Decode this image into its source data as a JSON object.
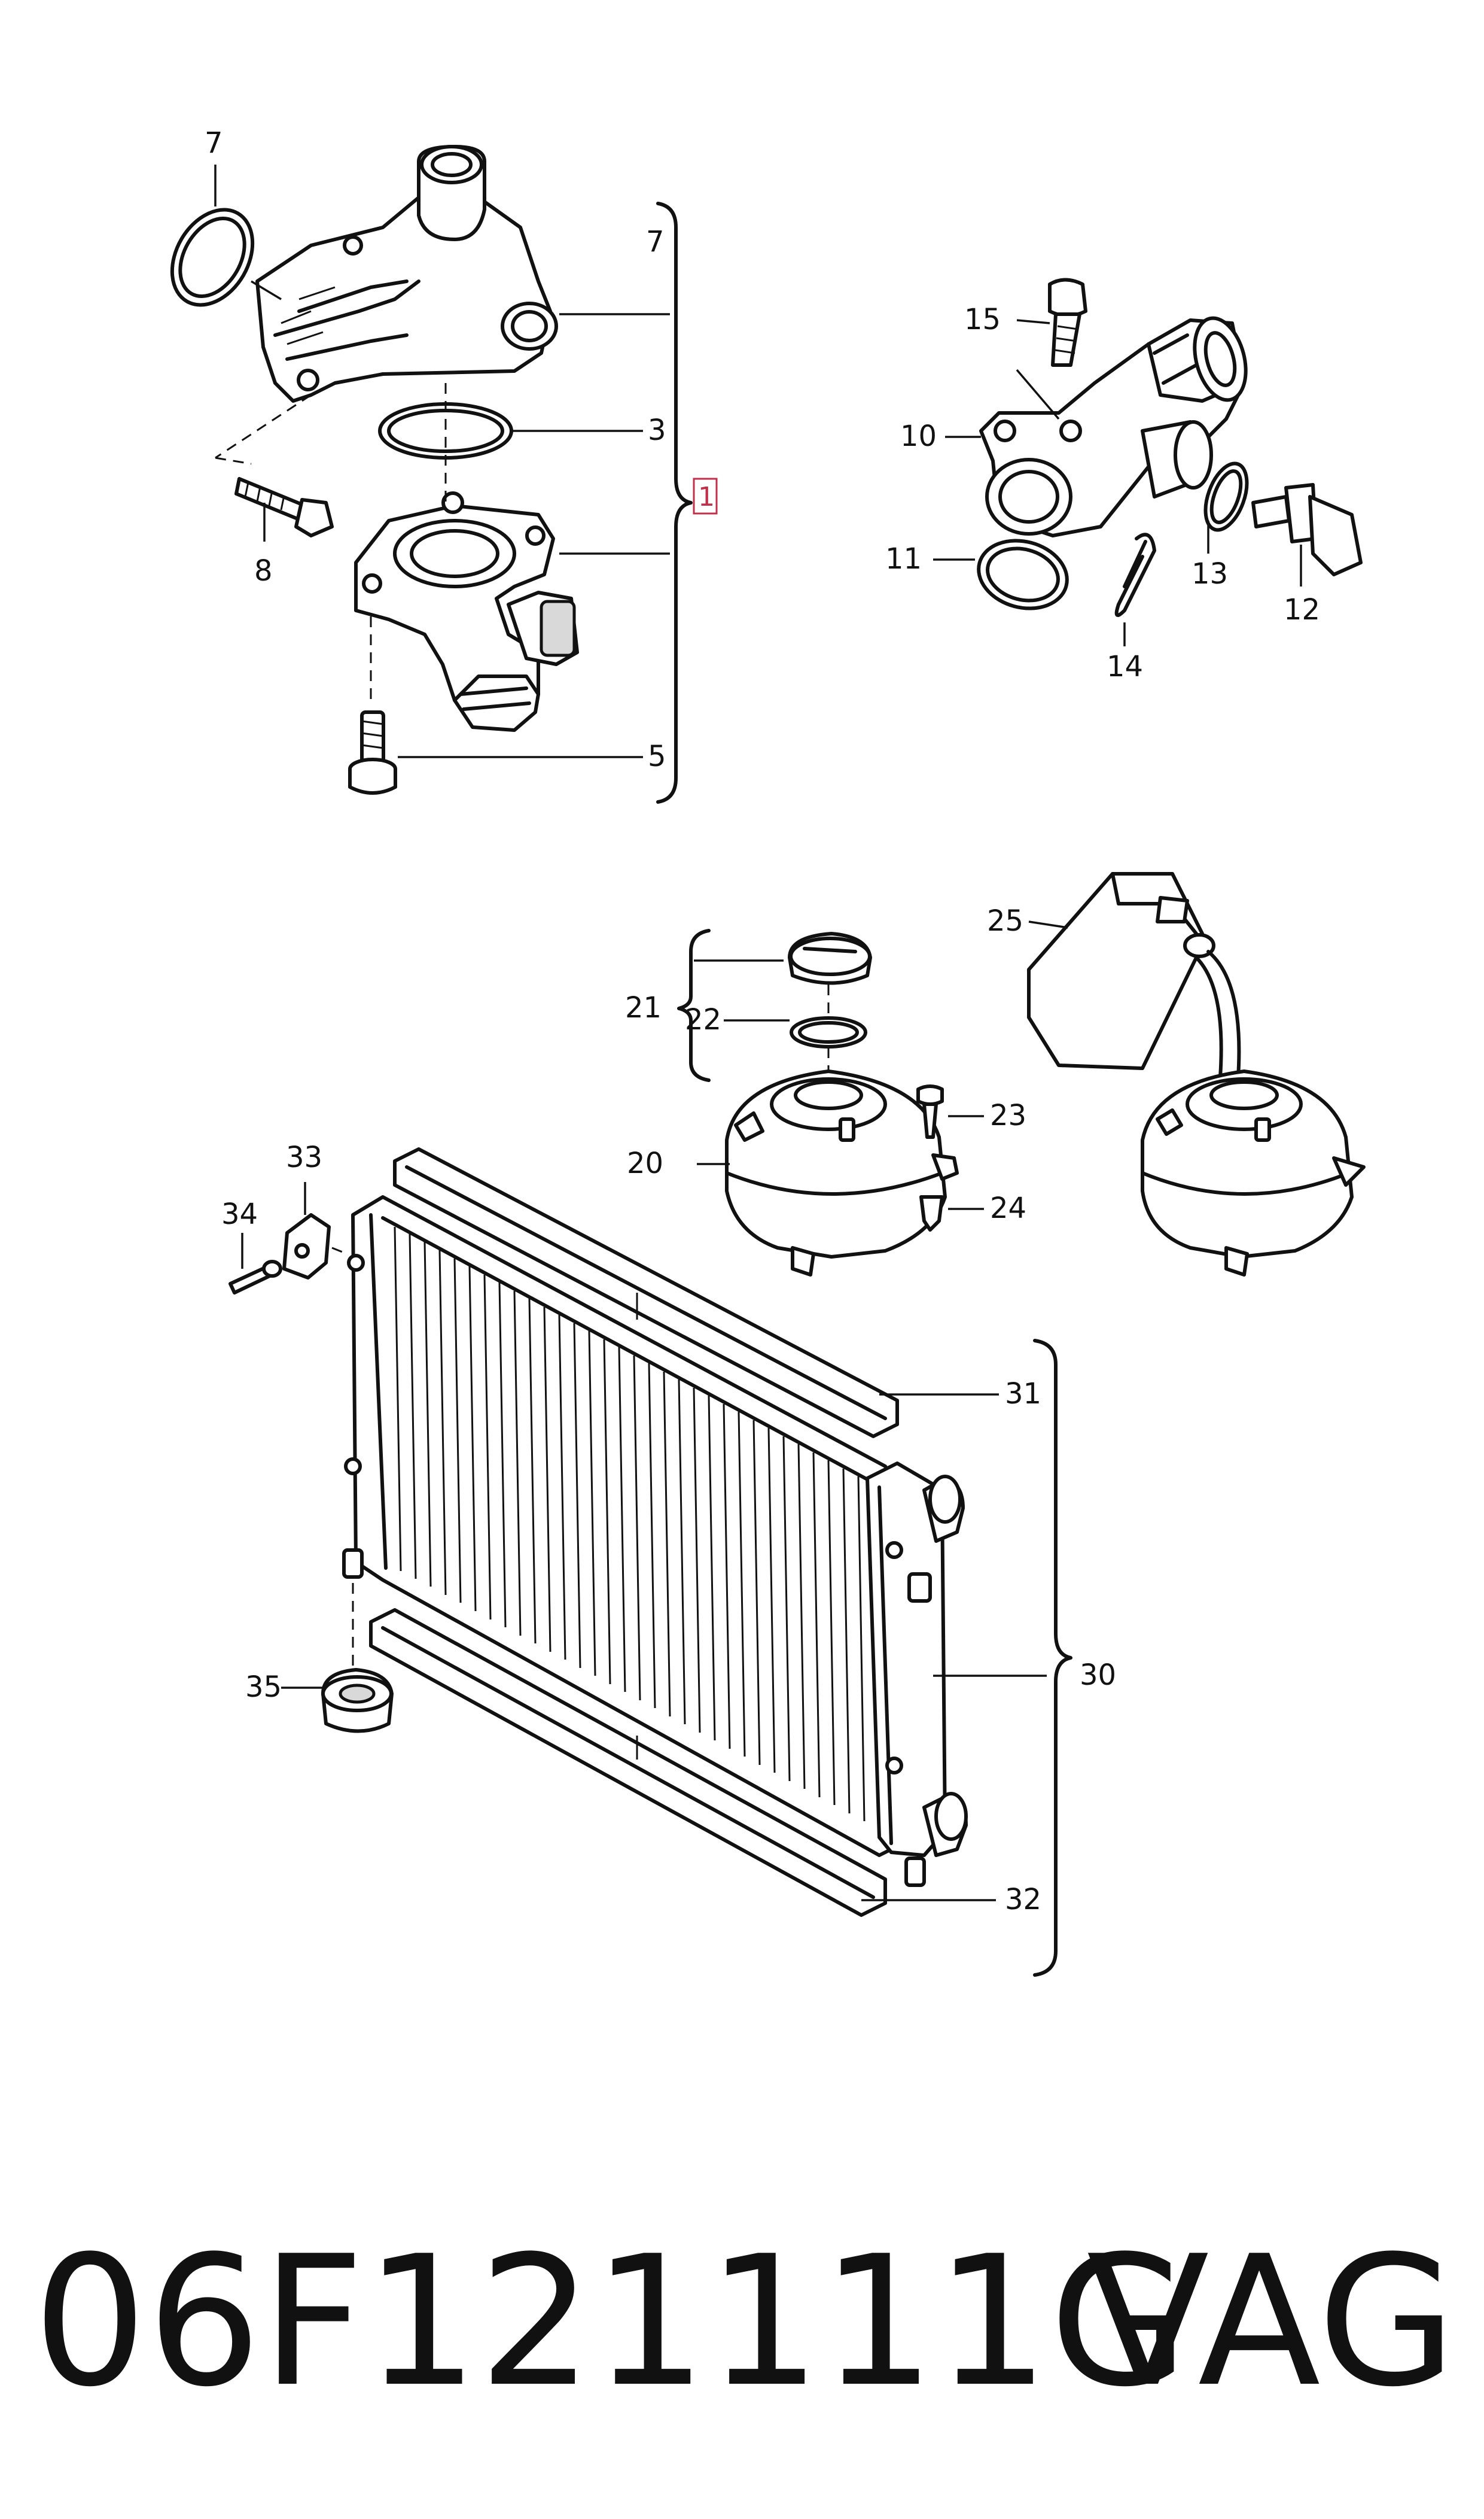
{
  "callouts": {
    "c7a": "7",
    "c7b": "7",
    "c3": "3",
    "c1": "1",
    "c8": "8",
    "c5": "5",
    "c15": "15",
    "c10": "10",
    "c11": "11",
    "c13": "13",
    "c12": "12",
    "c14": "14",
    "c25": "25",
    "c21": "21",
    "c22": "22",
    "c23": "23",
    "c20": "20",
    "c24": "24",
    "c33": "33",
    "c34": "34",
    "c31": "31",
    "c30": "30",
    "c35": "35",
    "c32": "32"
  },
  "footer": {
    "part_number": "06F121111G",
    "brand": "VAG"
  }
}
